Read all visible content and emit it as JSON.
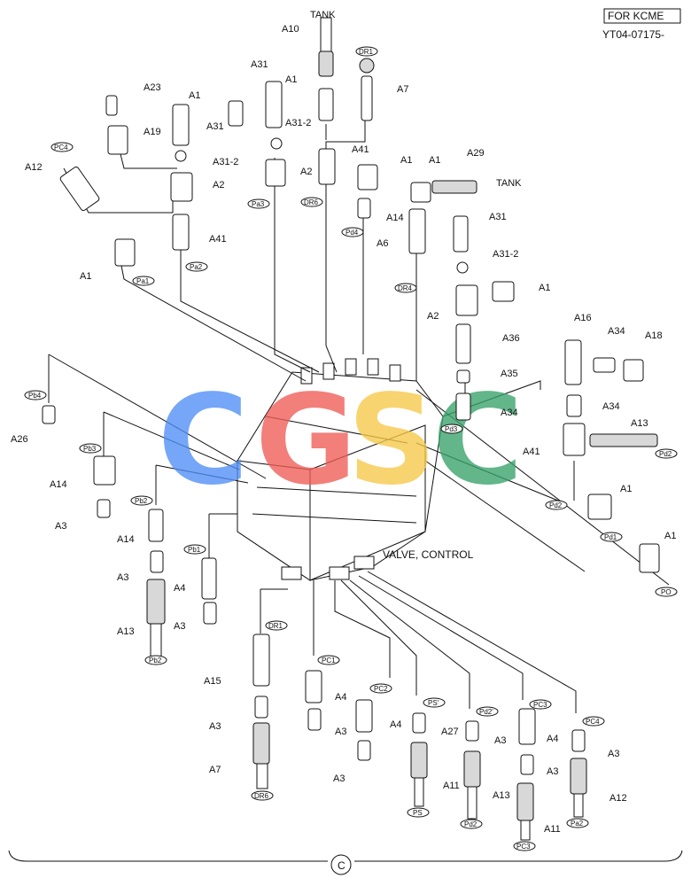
{
  "header": {
    "tag": "FOR KCME",
    "code": "YT04-07175-"
  },
  "valve_label": "VALVE, CONTROL",
  "tank_labels": [
    "TANK",
    "TANK"
  ],
  "circle_letter": "C",
  "watermark": {
    "letters": [
      "C",
      "G",
      "S",
      "C"
    ],
    "colors": [
      "#4f8ef5",
      "#ef5c56",
      "#f7c948",
      "#37a26a"
    ]
  },
  "part_labels": {
    "a10": "A10",
    "a1_top": "A1",
    "a7": "A7",
    "a31_top": "A31",
    "a31_2_top": "A31-2",
    "a23": "A23",
    "a1_b": "A1",
    "a31_b": "A31",
    "a19": "A19",
    "a31_2_b": "A31-2",
    "a12_top": "A12",
    "a2_left": "A2",
    "a41_left": "A41",
    "a2_mid": "A2",
    "a41_mid": "A41",
    "a1_r": "A1",
    "a29": "A29",
    "a14_top": "A14",
    "a6": "A6",
    "a31_r": "A31",
    "a31_2_r": "A31-2",
    "a1_far": "A1",
    "a2_r": "A2",
    "a36": "A36",
    "a35": "A35",
    "a34_a": "A34",
    "a16": "A16",
    "a34_b": "A34",
    "a18": "A18",
    "a34_c": "A34",
    "a13_r": "A13",
    "a41_r": "A41",
    "a1_pd1": "A1",
    "a1_po": "A1",
    "a1_left": "A1",
    "a26": "A26",
    "a14_l1": "A14",
    "a3_l1": "A3",
    "a14_l2": "A14",
    "a3_l2": "A3",
    "a4_l": "A4",
    "a13_l": "A13",
    "a3_l3": "A3",
    "a15": "A15",
    "a3_b1": "A3",
    "a7_b": "A7",
    "a4_b1": "A4",
    "a3_b2": "A3",
    "a4_b2": "A4",
    "a3_b3": "A3",
    "a27": "A27",
    "a11_b1": "A11",
    "a3_b4": "A3",
    "a13_b": "A13",
    "a4_b3": "A4",
    "a3_b5": "A3",
    "a11_b2": "A11",
    "a3_b6": "A3",
    "a12_b": "A12"
  },
  "port_tags": {
    "dr1_top": "DR1",
    "pc4_top": "PC4",
    "pa3": "Pa3",
    "dr6_top": "DR6",
    "pd4": "Pd4",
    "dr4": "DR4",
    "pa2": "Pa2",
    "pa1": "Pa1",
    "pb4": "Pb4",
    "pd3": "Pd3",
    "pd2_r": "Pd2",
    "pd2_r2": "Pd2",
    "pd1": "Pd1",
    "po": "PO",
    "pb3": "Pb3",
    "pb2": "Pb2",
    "pb1": "Pb1",
    "pb2_b": "Pb2",
    "dr1_b": "DR1",
    "pc1": "PC1",
    "pc2": "PC2",
    "ps_prime": "PS'",
    "pd2_prime": "Pd2'",
    "pc3": "PC3",
    "pc4_b": "PC4",
    "dr6_b": "DR6",
    "ps": "PS",
    "pd2_b": "Pd2",
    "pc3_b": "PC3",
    "pa2_b": "Pa2"
  }
}
